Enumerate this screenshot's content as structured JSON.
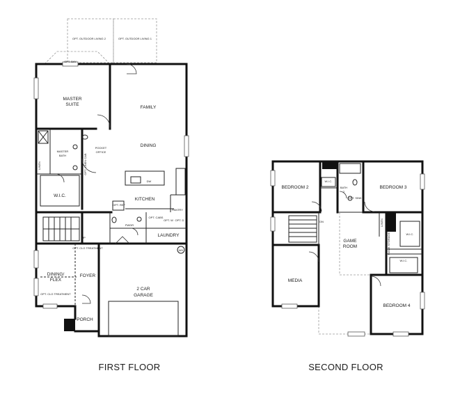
{
  "first_floor": {
    "caption": "FIRST FLOOR",
    "rooms": {
      "outdoor_living_2": "OPT. OUTDOOR LIVING 2",
      "outdoor_living_1": "OPT. OUTDOOR LIVING 1",
      "bay": "OPT. BAY",
      "master_suite_1": "MASTER",
      "master_suite_2": "SUITE",
      "family": "FAMILY",
      "dining": "DINING",
      "master_bath_1": "MASTER",
      "master_bath_2": "BATH",
      "pocket_office_1": "POCKET",
      "pocket_office_2": "OFFICE",
      "linen": "LINEN",
      "opt_linen_cab": "OPT. LINEN CAB",
      "dw": "DW",
      "wic": "W.I.C.",
      "ref": "OPT. REF",
      "kitchen": "KITCHEN",
      "pantry": "PANTRY",
      "cabs": "OPT. CABS",
      "opt_w": "OPT. W",
      "opt_d": "OPT. D",
      "pwdr": "PWDR",
      "laundry": "LAUNDRY",
      "up": "UP",
      "clg_treatment_top": "OPT. CLG TREATMENT",
      "wh": "WH",
      "dining_flex_1": "DINING/",
      "dining_flex_2": "FLEX",
      "foyer": "FOYER",
      "clg_treatment_bottom": "OPT. CLG TREATMENT",
      "garage_1": "2 CAR",
      "garage_2": "GARAGE",
      "porch": "PORCH"
    }
  },
  "second_floor": {
    "caption": "SECOND FLOOR",
    "rooms": {
      "bedroom_2": "BEDROOM 2",
      "wic_bed2": "W.I.C.",
      "bath_2_1": "BATH",
      "bath_2_2": "2",
      "opt_sink": "OPT. SINK",
      "bedroom_3": "BEDROOM 3",
      "dn": "DN",
      "linen": "LINEN",
      "wic_bed3": "W.I.C.",
      "game_room_1": "GAME",
      "game_room_2": "ROOM",
      "game_storage": "GAME STORAGE",
      "media": "MEDIA",
      "wic_bed4": "W.I.C.",
      "bedroom_4": "BEDROOM 4"
    }
  }
}
